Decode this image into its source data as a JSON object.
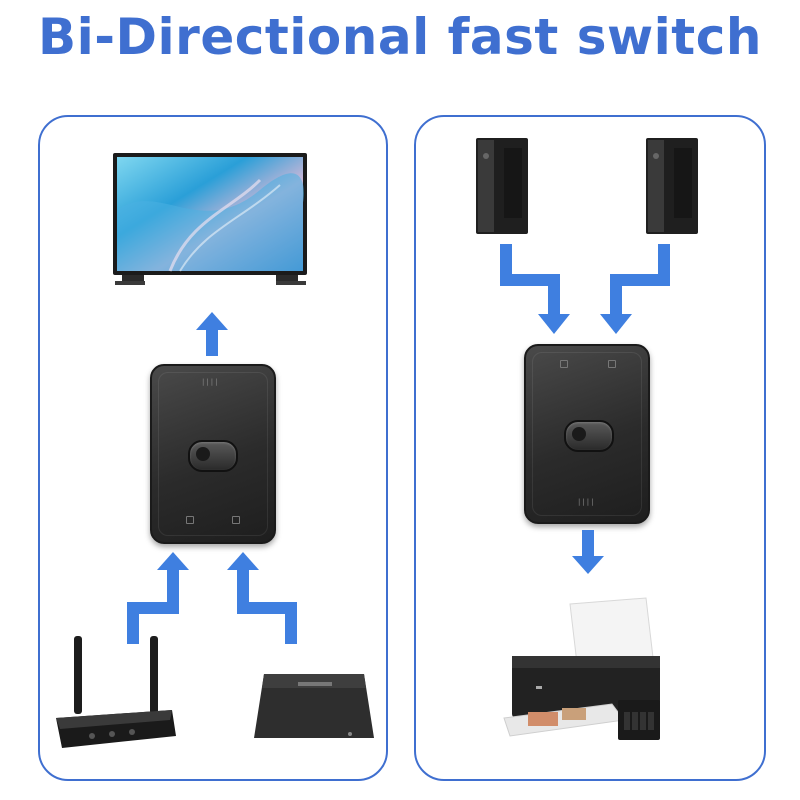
{
  "title": "Bi-Directional fast switch",
  "colors": {
    "title_blue": "#3f6fd0",
    "arrow_blue": "#3f7fe0",
    "panel_border": "#3f6fd0",
    "device_dark": "#2b2b2b"
  },
  "left_panel": {
    "output_device": "tv-icon",
    "switch": "switch-box",
    "input_devices": [
      "bluetooth-receiver-icon",
      "media-box-icon"
    ]
  },
  "right_panel": {
    "input_devices": [
      "pc-tower-icon",
      "pc-tower-icon"
    ],
    "switch": "switch-box",
    "output_device": "printer-icon"
  }
}
